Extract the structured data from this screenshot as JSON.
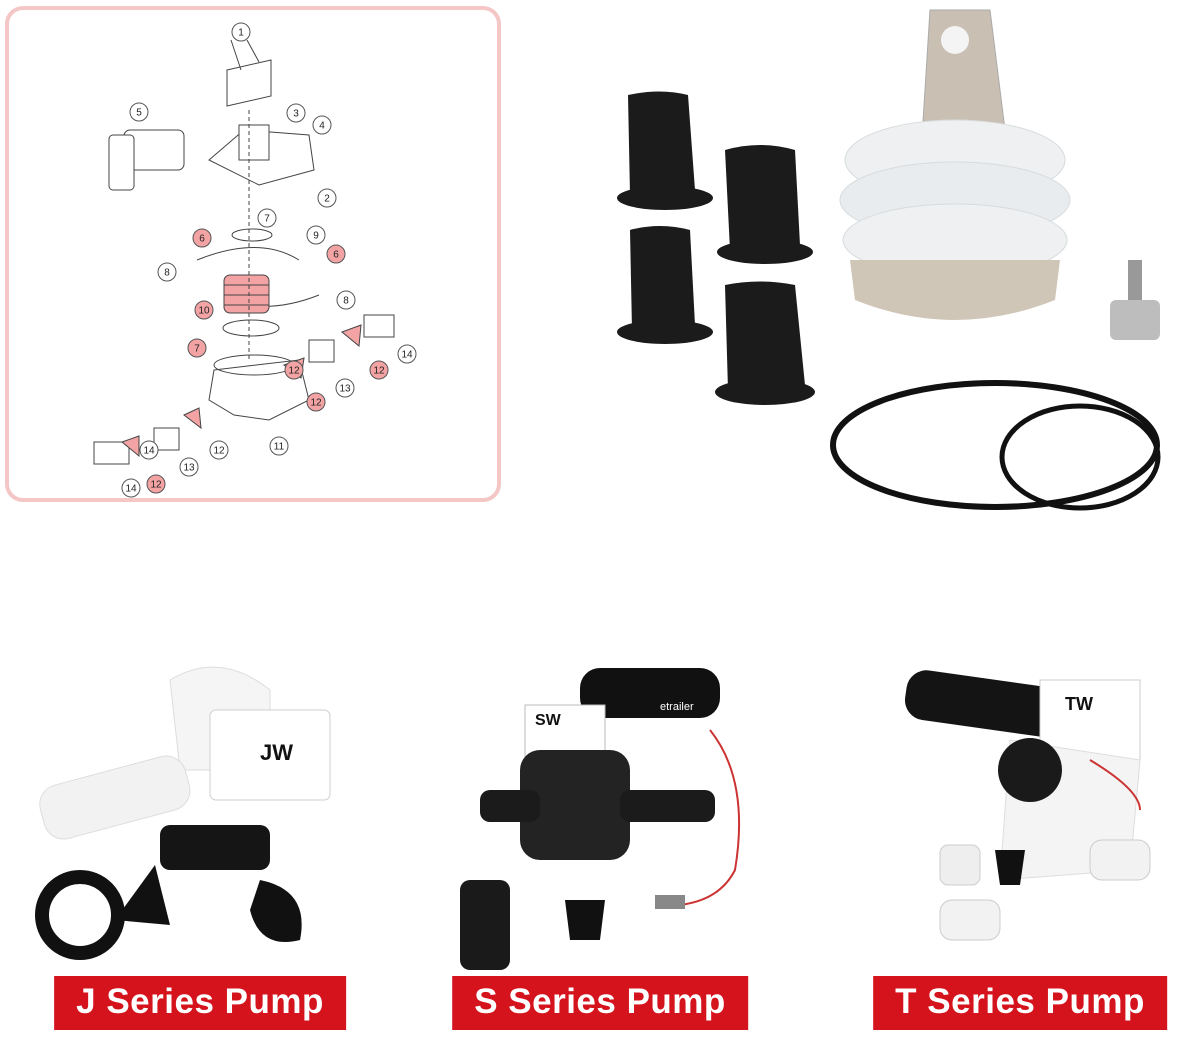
{
  "diagram": {
    "callouts": [
      "1",
      "5",
      "3",
      "4",
      "2",
      "6",
      "7",
      "9",
      "6",
      "8",
      "10",
      "8",
      "7",
      "13",
      "12",
      "14",
      "12",
      "12",
      "11",
      "13",
      "12",
      "14",
      "12",
      "14"
    ],
    "highlighted_color": "#f3a3a3",
    "border_color": "#f4c6c6"
  },
  "pumps": [
    {
      "label": "J Series Pump",
      "icon": "j-series-pump-photo"
    },
    {
      "label": "S Series Pump",
      "icon": "s-series-pump-photo"
    },
    {
      "label": "T Series Pump",
      "icon": "t-series-pump-photo"
    }
  ],
  "product_marks": {
    "s_series_badge": "SW",
    "s_series_brand": "etrailer",
    "j_series_badge": "JW",
    "t_series_badge": "TW"
  },
  "colors": {
    "label_bg": "#d5131d",
    "label_text": "#ffffff"
  }
}
